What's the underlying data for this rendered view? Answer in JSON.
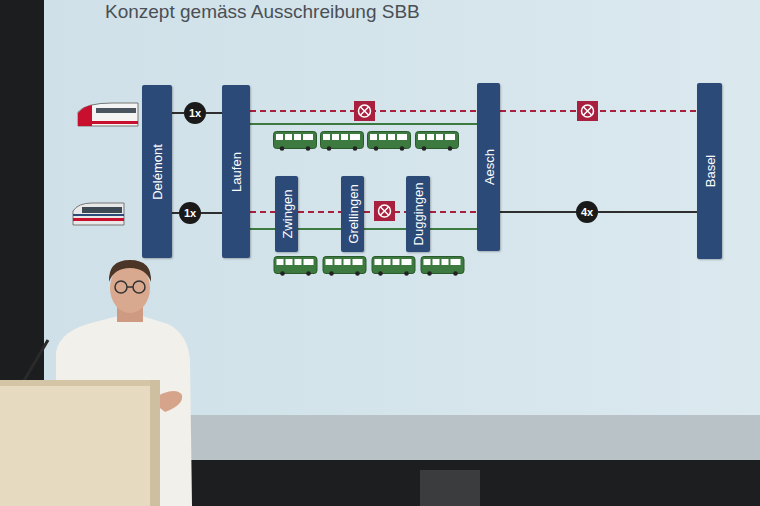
{
  "diagram": {
    "title": "Konzept gemäss Ausschreibung SBB",
    "nodes": [
      {
        "text": [
          "Delémont"
        ]
      },
      {
        "text": [
          "1x"
        ]
      },
      {
        "text": [
          "Laufen"
        ]
      },
      {
        "text": [
          "1x"
        ]
      },
      {
        "text": [
          "Zwingen"
        ]
      },
      {
        "text": [
          "Grellingen"
        ]
      },
      {
        "text": [
          "Duggingen"
        ]
      },
      {
        "text": [
          "Aesch"
        ]
      },
      {
        "text": [
          "4x"
        ]
      },
      {
        "text": [
          "Basel"
        ]
      }
    ],
    "edges": [
      {
        "from": 0,
        "to": 1,
        "arrow": "none"
      },
      {
        "from": 1,
        "to": 2,
        "arrow": "none"
      },
      {
        "from": 2,
        "to": 7,
        "arrow": "none"
      },
      {
        "from": 2,
        "to": 7,
        "arrow": "none"
      },
      {
        "from": 7,
        "to": 9,
        "arrow": "none"
      },
      {
        "from": 0,
        "to": 3,
        "arrow": "none"
      },
      {
        "from": 3,
        "to": 2,
        "arrow": "none"
      },
      {
        "from": 2,
        "to": 4,
        "arrow": "none"
      },
      {
        "from": 4,
        "to": 5,
        "arrow": "none"
      },
      {
        "from": 5,
        "to": 6,
        "arrow": "none"
      },
      {
        "from": 6,
        "to": 7,
        "arrow": "none"
      },
      {
        "from": 2,
        "to": 4,
        "arrow": "none"
      },
      {
        "from": 4,
        "to": 5,
        "arrow": "none"
      },
      {
        "from": 5,
        "to": 6,
        "arrow": "none"
      },
      {
        "from": 6,
        "to": 7,
        "arrow": "none"
      },
      {
        "from": 7,
        "to": 8,
        "arrow": "none"
      },
      {
        "from": 8,
        "to": 9,
        "arrow": "none"
      }
    ]
  }
}
